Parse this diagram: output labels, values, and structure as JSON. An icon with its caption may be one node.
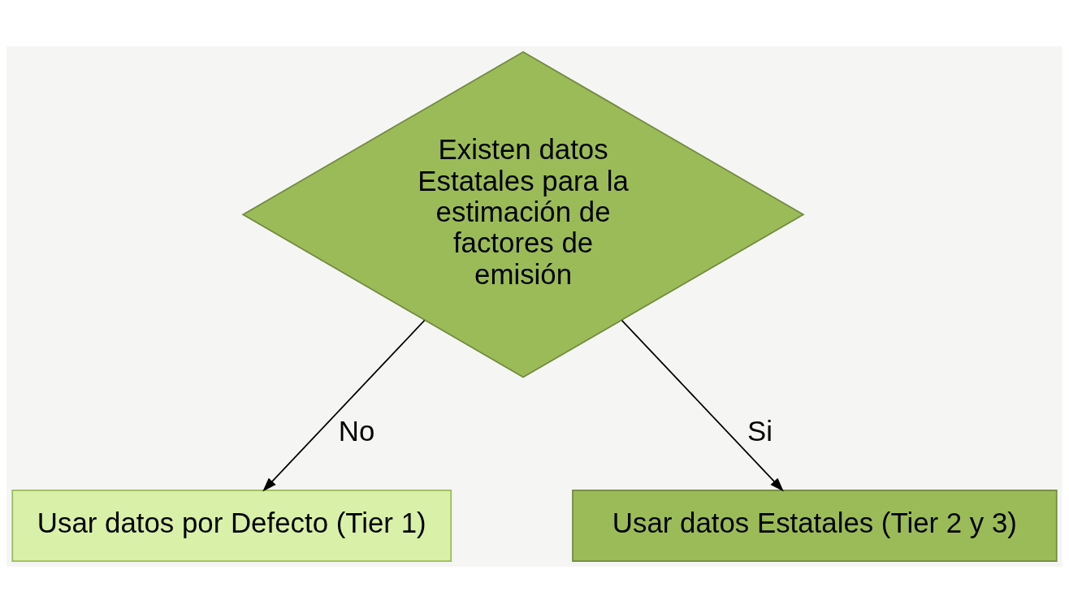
{
  "diagram": {
    "nodes": [
      {
        "text": [
          "Existen datos Estatales para la estimación de factores de emisión"
        ]
      },
      {
        "text": [
          "Usar datos por Defecto (Tier 1)"
        ]
      },
      {
        "text": [
          "Usar datos Estatales (Tier 2 y 3)"
        ]
      }
    ],
    "edges": [
      {
        "from": 0,
        "to": 1,
        "arrow": "to",
        "label": "No"
      },
      {
        "from": 0,
        "to": 2,
        "arrow": "to",
        "label": "Si"
      }
    ]
  }
}
